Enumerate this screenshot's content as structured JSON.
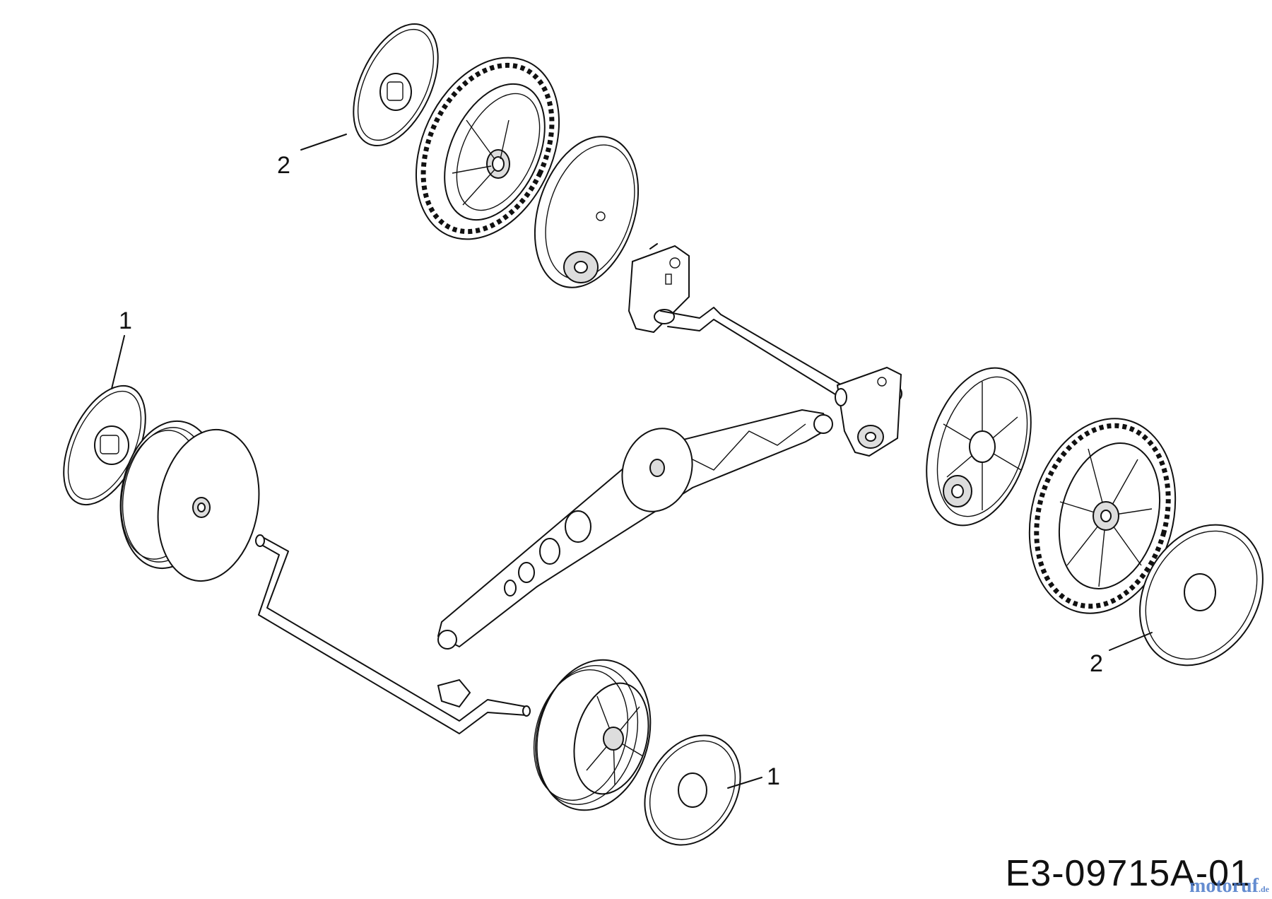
{
  "labels": {
    "part_1_a": "1",
    "part_1_b": "1",
    "part_2_a": "2",
    "part_2_b": "2"
  },
  "drawing_code": "E3-09715A-01",
  "watermark": {
    "text": "motoruf",
    "suffix": ".de",
    "color": "#4a78c8"
  }
}
